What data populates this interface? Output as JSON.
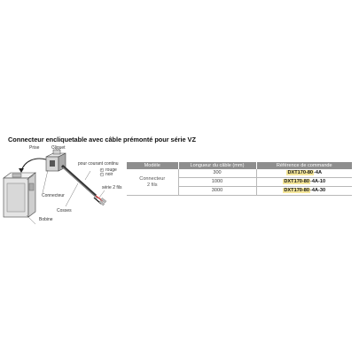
{
  "title": "Connecteur encliquetable avec câble prémonté pour série VZ",
  "illustration": {
    "cliquet": "Cliquet",
    "prise": "Prise",
    "connecteur": "Connecteur",
    "cosses": "Cosses",
    "bobine": "Bobine",
    "pour_courant_continu": "pour courant continu",
    "rouge": "rouge",
    "noir": "noir",
    "serie_2_fils": "série 2 fils",
    "plus_sign": "+",
    "minus_sign": "−"
  },
  "table": {
    "headers": [
      "Modèle",
      "Longueur du câble (mm)",
      "Référence de commande"
    ],
    "model_line1": "Connecteur",
    "model_line2": "2 fils",
    "rows": [
      {
        "length": "300",
        "ref_prefix": "DXT170-80",
        "ref_suffix": "-4A"
      },
      {
        "length": "1000",
        "ref_prefix": "DXT170-80",
        "ref_suffix": "-4A-10"
      },
      {
        "length": "3000",
        "ref_prefix": "DXT170-80",
        "ref_suffix": "-4A-30"
      }
    ]
  },
  "colors": {
    "header_bg": "#8e8e8e",
    "highlight": "#f6e79a"
  }
}
